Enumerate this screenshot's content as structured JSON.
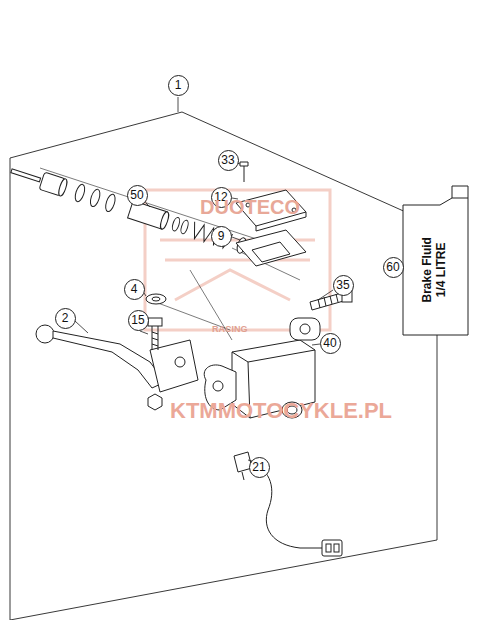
{
  "diagram": {
    "nodes": [
      {
        "text": [
          "1"
        ]
      },
      {
        "text": [
          "33"
        ]
      },
      {
        "text": [
          "50"
        ]
      },
      {
        "text": [
          "12"
        ]
      },
      {
        "text": [
          "9"
        ]
      },
      {
        "text": [
          "60"
        ]
      },
      {
        "text": [
          "Brake Fluid",
          "1/4 LITRE"
        ]
      },
      {
        "text": [
          "35"
        ]
      },
      {
        "text": [
          "4"
        ]
      },
      {
        "text": [
          "2"
        ]
      },
      {
        "text": [
          "15"
        ]
      },
      {
        "text": [
          "40"
        ]
      },
      {
        "text": [
          "21"
        ]
      }
    ],
    "edges": [],
    "labels": [
      "DUOTECO",
      "RACING",
      "KTMMOTOCYKLE.PL"
    ]
  }
}
